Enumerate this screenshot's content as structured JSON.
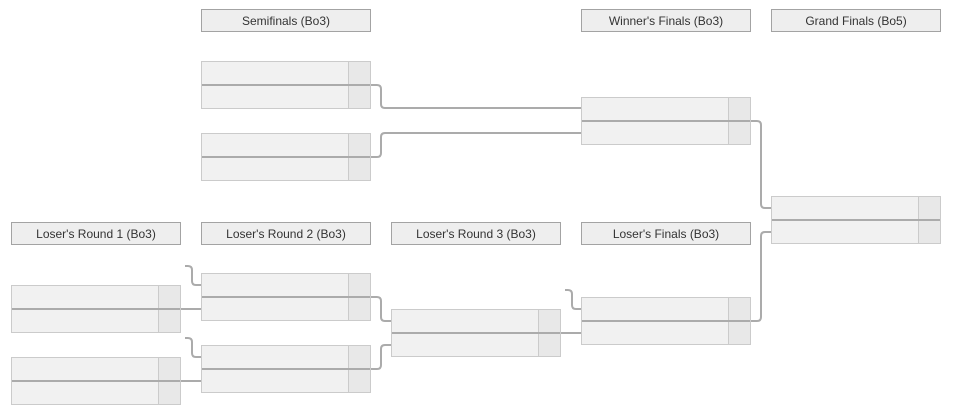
{
  "rounds": {
    "semifinals": "Semifinals (Bo3)",
    "winners_finals": "Winner's Finals (Bo3)",
    "grand_finals": "Grand Finals (Bo5)",
    "losers_round_1": "Loser's Round 1 (Bo3)",
    "losers_round_2": "Loser's Round 2 (Bo3)",
    "losers_round_3": "Loser's Round 3 (Bo3)",
    "losers_finals": "Loser's Finals (Bo3)"
  },
  "matches": {
    "semifinal_1": {
      "top_name": "",
      "top_score": "",
      "bottom_name": "",
      "bottom_score": ""
    },
    "semifinal_2": {
      "top_name": "",
      "top_score": "",
      "bottom_name": "",
      "bottom_score": ""
    },
    "winners_final": {
      "top_name": "",
      "top_score": "",
      "bottom_name": "",
      "bottom_score": ""
    },
    "grand_final": {
      "top_name": "",
      "top_score": "",
      "bottom_name": "",
      "bottom_score": ""
    },
    "losers_r1_m1": {
      "top_name": "",
      "top_score": "",
      "bottom_name": "",
      "bottom_score": ""
    },
    "losers_r1_m2": {
      "top_name": "",
      "top_score": "",
      "bottom_name": "",
      "bottom_score": ""
    },
    "losers_r2_m1": {
      "top_name": "",
      "top_score": "",
      "bottom_name": "",
      "bottom_score": ""
    },
    "losers_r2_m2": {
      "top_name": "",
      "top_score": "",
      "bottom_name": "",
      "bottom_score": ""
    },
    "losers_r3_m1": {
      "top_name": "",
      "top_score": "",
      "bottom_name": "",
      "bottom_score": ""
    },
    "losers_final": {
      "top_name": "",
      "top_score": "",
      "bottom_name": "",
      "bottom_score": ""
    }
  },
  "colors": {
    "background": "#ffffff",
    "header_bg": "#eeeeee",
    "header_border": "#a3a3a3",
    "match_row_bg": "#f1f1f1",
    "score_cell_bg": "#e8e8e8",
    "match_border": "#cbcbcb",
    "connector": "#ababab"
  }
}
